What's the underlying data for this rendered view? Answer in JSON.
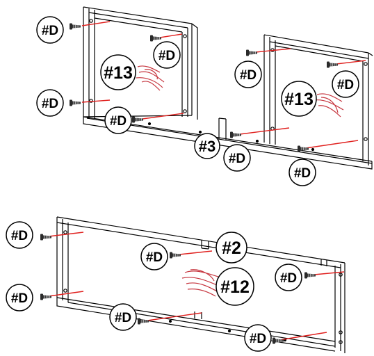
{
  "callouts": {
    "d": "#D",
    "p13": "#13",
    "p3": "#3",
    "p2": "#2",
    "p12": "#12"
  },
  "colors": {
    "frame": "#000000",
    "guide_line": "#e0201e",
    "scribble": "#c0202a",
    "screw_dark": "#2a2a2a",
    "screw_light": "#cfcfcf"
  },
  "icons": {
    "screw": "screw-icon",
    "scribble": "glue-scribble-icon"
  }
}
